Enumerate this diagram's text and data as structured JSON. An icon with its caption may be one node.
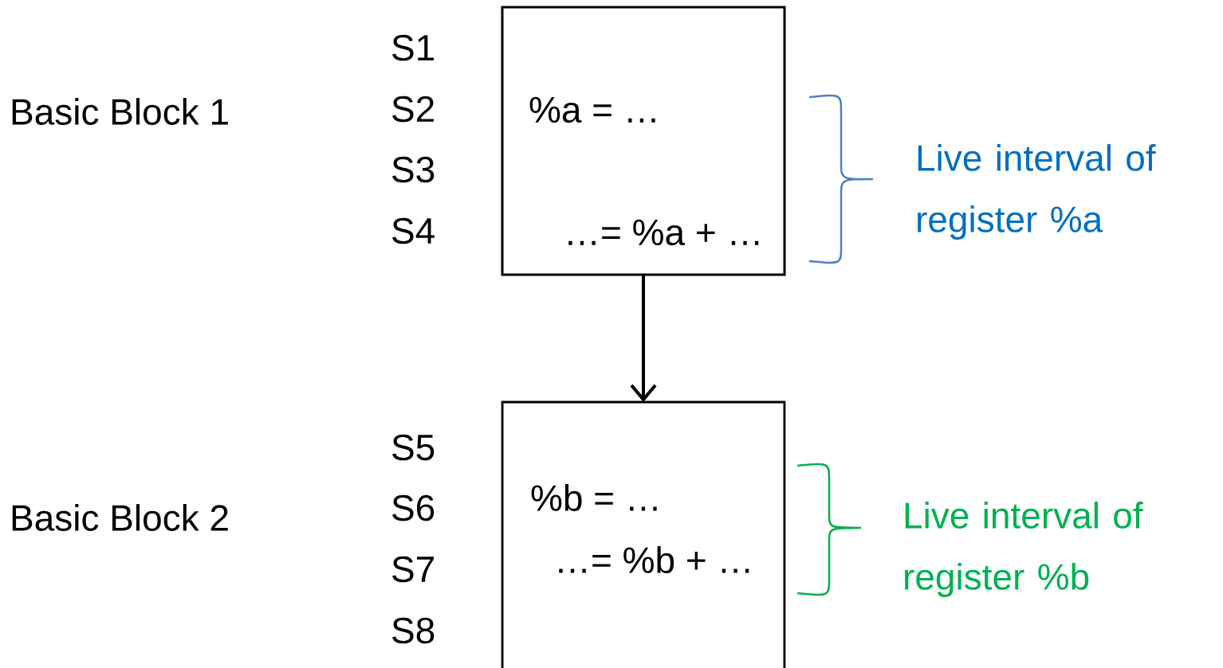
{
  "diagram": {
    "nodes": [
      {
        "text": [
          "%a = …",
          "…= %a + …"
        ]
      },
      {
        "text": [
          "%b = …",
          "…= %b + …"
        ]
      }
    ],
    "edges": [
      {
        "from": 0,
        "to": 1,
        "arrow": "to"
      }
    ],
    "labels": [
      "S1",
      "Basic Block 1",
      "S2",
      "S3",
      "Live interval of register %a",
      "S4",
      "S5",
      "S6",
      "Basic Block 2",
      "Live interval of register %b",
      "S7",
      "S8"
    ]
  }
}
